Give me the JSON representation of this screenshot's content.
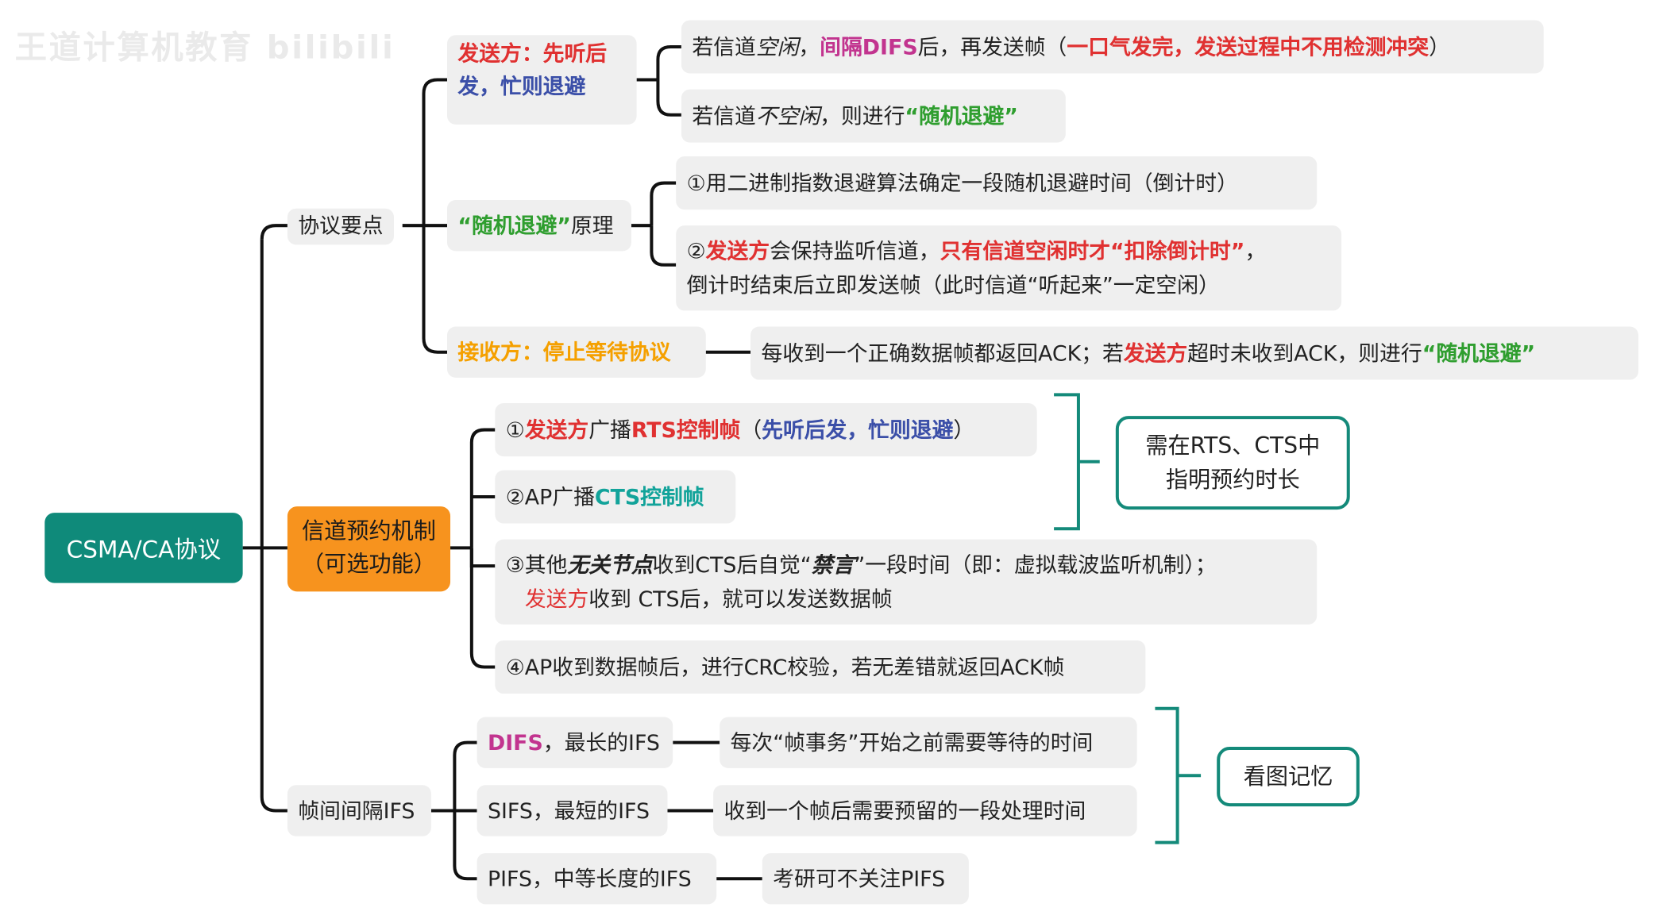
{
  "watermark": "王道计算机教育 bilibili",
  "root": "CSMA/CA协议",
  "protocol": {
    "label": "协议要点",
    "sender": {
      "l1": "发送方：先听后",
      "l2": "发，忙则退避"
    },
    "sender_idle": {
      "p1": "若信道",
      "p2": "空闲",
      "p3": "，",
      "p4": "间隔DIFS",
      "p5": "后，再发送帧（",
      "p6": "一口气发完，发送过程中不用检测冲突",
      "p7": "）"
    },
    "sender_busy": {
      "p1": "若信道",
      "p2": "不空闲",
      "p3": "，则进行",
      "p4": "“随机退避”"
    },
    "backoff": {
      "p1": "“随机退避”",
      "p2": "原理"
    },
    "backoff_1": "①用二进制指数退避算法确定一段随机退避时间（倒计时）",
    "backoff_2": {
      "p1": "②",
      "p2": "发送方",
      "p3": "会保持监听信道，",
      "p4": "只有信道空闲时才“扣除倒计时”",
      "p5": "，",
      "p6": "倒计时结束后立即发送帧（此时信道“听起来”一定空闲）"
    },
    "receiver": "接收方：停止等待协议",
    "receiver_detail": {
      "p1": "每收到一个正确数据帧都返回ACK；若",
      "p2": "发送方",
      "p3": "超时未收到ACK，则进行",
      "p4": "“随机退避”"
    }
  },
  "reservation": {
    "l1": "信道预约机制",
    "l2": "（可选功能）",
    "step1": {
      "p1": "①",
      "p2": "发送方",
      "p3": "广播",
      "p4": "RTS控制帧",
      "p5": "（",
      "p6": "先听后发，忙则退避",
      "p7": "）"
    },
    "step2": {
      "p1": "②AP广播",
      "p2": "CTS控制帧"
    },
    "step3": {
      "p1": "③其他",
      "p2": "无关节点",
      "p3": "收到CTS后自觉“",
      "p4": "禁言",
      "p5": "”一段时间（即：虚拟载波监听机制）；",
      "p6": "发送方",
      "p7": "收到 CTS后，就可以发送数据帧"
    },
    "step4": "④AP收到数据帧后，进行CRC校验，若无差错就返回ACK帧",
    "note": {
      "l1": "需在RTS、CTS中",
      "l2": "指明预约时长"
    }
  },
  "ifs": {
    "label": "帧间间隔IFS",
    "difs": {
      "p1": "DIFS",
      "p2": "，最长的IFS"
    },
    "difs_detail": "每次“帧事务”开始之前需要等待的时间",
    "sifs": "SIFS，最短的IFS",
    "sifs_detail": "收到一个帧后需要预留的一段处理时间",
    "pifs": "PIFS，中等长度的IFS",
    "pifs_detail": "考研可不关注PIFS",
    "note": "看图记忆"
  },
  "colors": {
    "root": "#0f8a7a",
    "orange_node": "#f7931e",
    "red": "#e03131",
    "green": "#2f9e2f",
    "blue": "#3b4fa8",
    "teal": "#12a39a",
    "magenta": "#c2348f",
    "node_bg": "#efefef"
  }
}
